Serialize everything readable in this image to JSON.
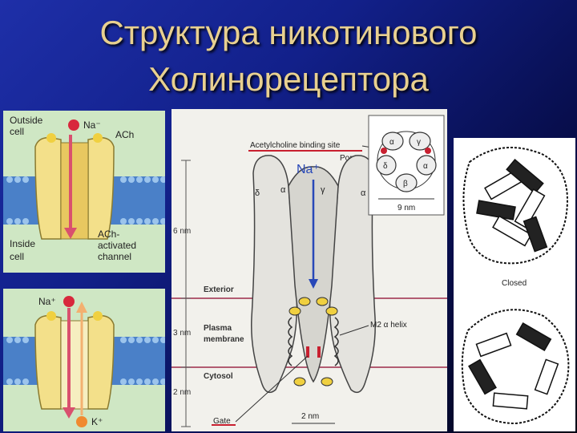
{
  "slide": {
    "title_line1": "Структура никотинового",
    "title_line2": "Холинорецептора"
  },
  "top_panel": {
    "outside_label_1": "Outside",
    "outside_label_2": "cell",
    "na_label": "Na⁻",
    "ach_label": "ACh",
    "inside_label_1": "Inside",
    "inside_label_2": "cell",
    "channel_label_1": "ACh-",
    "channel_label_2": "activated",
    "channel_label_3": "channel"
  },
  "bottom_panel": {
    "na_label": "Na⁺",
    "k_label": "K⁺"
  },
  "middle_panel": {
    "binding_site_label": "Acetylcholine binding site",
    "pore_label": "Pore",
    "na_label": "Na⁺",
    "scale_6nm": "6 nm",
    "scale_3nm": "3 nm",
    "scale_2nm": "2 nm",
    "exterior_label": "Exterior",
    "plasma_label_1": "Plasma",
    "plasma_label_2": "membrane",
    "cytosol_label": "Cytosol",
    "m2_label": "M2 α helix",
    "gate_label": "Gate",
    "bottom_scale": "2 nm",
    "subunit_delta": "δ",
    "subunit_alpha_1": "α",
    "subunit_gamma": "γ",
    "subunit_alpha_2": "α",
    "inset_alpha_1": "α",
    "inset_gamma": "γ",
    "inset_delta": "δ",
    "inset_alpha_2": "α",
    "inset_beta": "β",
    "inset_scale": "9 nm"
  },
  "right_panel": {
    "closed_label": "Closed"
  },
  "colors": {
    "title": "#e8d090",
    "panel_green": "#cfe7c4",
    "membrane_blue": "#4a80c8",
    "channel_yellow": "#f3e08a",
    "arrow_pink": "#d9506e",
    "na_red": "#d8283c",
    "k_orange": "#f08a30"
  }
}
